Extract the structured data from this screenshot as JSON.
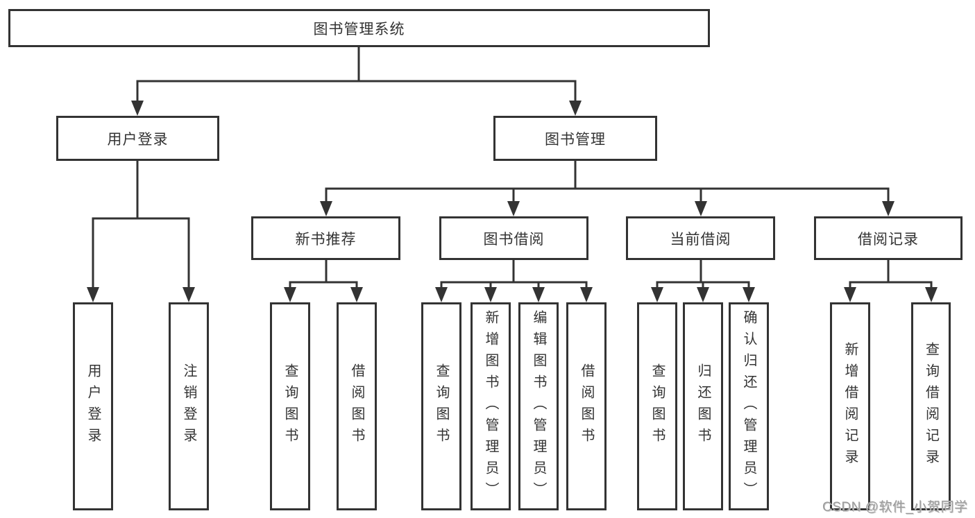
{
  "tree": {
    "root": {
      "label": "图书管理系统"
    },
    "level2": [
      {
        "label": "用户登录"
      },
      {
        "label": "图书管理"
      }
    ],
    "level3": [
      {
        "label": "新书推荐",
        "parent": "图书管理"
      },
      {
        "label": "图书借阅",
        "parent": "图书管理"
      },
      {
        "label": "当前借阅",
        "parent": "图书管理"
      },
      {
        "label": "借阅记录",
        "parent": "图书管理"
      }
    ],
    "leaves": [
      {
        "label": "用户登录",
        "parent": "用户登录"
      },
      {
        "label": "注销登录",
        "parent": "用户登录"
      },
      {
        "label": "查询图书",
        "parent": "新书推荐"
      },
      {
        "label": "借阅图书",
        "parent": "新书推荐"
      },
      {
        "label": "查询图书",
        "parent": "图书借阅"
      },
      {
        "label": "新增图书（管理员）",
        "parent": "图书借阅"
      },
      {
        "label": "编辑图书（管理员）",
        "parent": "图书借阅"
      },
      {
        "label": "借阅图书",
        "parent": "图书借阅"
      },
      {
        "label": "查询图书",
        "parent": "当前借阅"
      },
      {
        "label": "归还图书",
        "parent": "当前借阅"
      },
      {
        "label": "确认归还（管理员）",
        "parent": "当前借阅"
      },
      {
        "label": "新增借阅记录",
        "parent": "借阅记录"
      },
      {
        "label": "查询借阅记录",
        "parent": "借阅记录"
      }
    ]
  },
  "watermark": {
    "text": "CSDN @软件_小贺同学"
  },
  "colors": {
    "line": "#333333",
    "text": "#333333",
    "background": "#ffffff",
    "watermark": "#9c9c9c"
  }
}
